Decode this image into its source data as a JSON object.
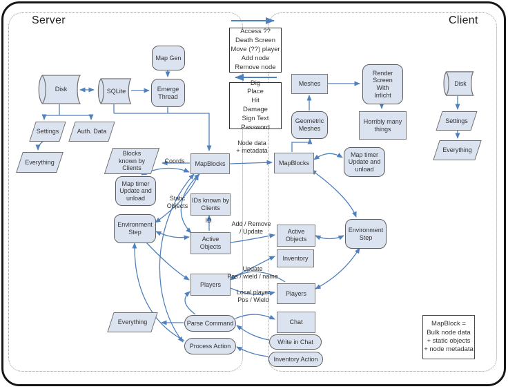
{
  "regions": {
    "server_label": "Server",
    "client_label": "Client"
  },
  "nodes": {
    "map_gen": "Map Gen",
    "disk_server": "Disk",
    "sqlite": "SQLite",
    "emerge_thread": "Emerge\nThread",
    "settings_server": "Settings",
    "auth_data": "Auth. Data",
    "everything_left": "Everything",
    "blocks_known": "Blocks\nknown by\nClients",
    "mapblocks_server": "MapBlocks",
    "map_timer_server": "Map timer\nUpdate and\nunload",
    "ids_known": "IDs known by\nClients",
    "env_step_server": "Environment\nStep",
    "active_objects_server": "Active\nObjects",
    "players_server": "Players",
    "everything_server_bottom": "Everything",
    "parse_command": "Parse Command",
    "process_action": "Process Action",
    "meshes": "Meshes",
    "render_screen": "Render\nScreen\nWith\nIrrlicht",
    "horribly_many_things": "Horribly many\nthings",
    "geometric_meshes": "Geometric\nMeshes",
    "disk_client": "Disk",
    "settings_client": "Settings",
    "everything_client": "Everything",
    "mapblocks_client": "MapBlocks",
    "map_timer_client": "Map timer\nUpdate and\nunload",
    "active_objects_client": "Active\nObjects",
    "env_step_client": "Environment\nStep",
    "inventory": "Inventory",
    "players_client": "Players",
    "chat": "Chat",
    "write_in_chat": "Write in Chat",
    "inventory_action": "Inventory Action"
  },
  "messages": {
    "server_to_client": [
      "Access ??",
      "Death Screen",
      "Move (??) player",
      "Add node",
      "Remove node"
    ],
    "client_to_server": [
      "Dig",
      "Place",
      "Hit",
      "Damage",
      "Sign Text",
      "Password"
    ]
  },
  "edge_labels": {
    "coords": "Coords",
    "static_objects": "Static\nObjects",
    "id": "ID",
    "node_data": "Node data\n+ metadata",
    "add_remove": "Add / Remove\n/ Update",
    "update_pos": "Update\nPos / wield / name",
    "local_player": "Local player\nPos / Wield"
  },
  "legend": {
    "lines": [
      "MapBlock =",
      "Bulk node data",
      "+ static objects",
      "+ node metadata"
    ]
  },
  "colors": {
    "node_fill": "#dbe3f0",
    "node_border": "#6f6f6f",
    "arrow": "#4f81bd",
    "frame": "#161616",
    "dotted_border": "#9a9a9a"
  }
}
